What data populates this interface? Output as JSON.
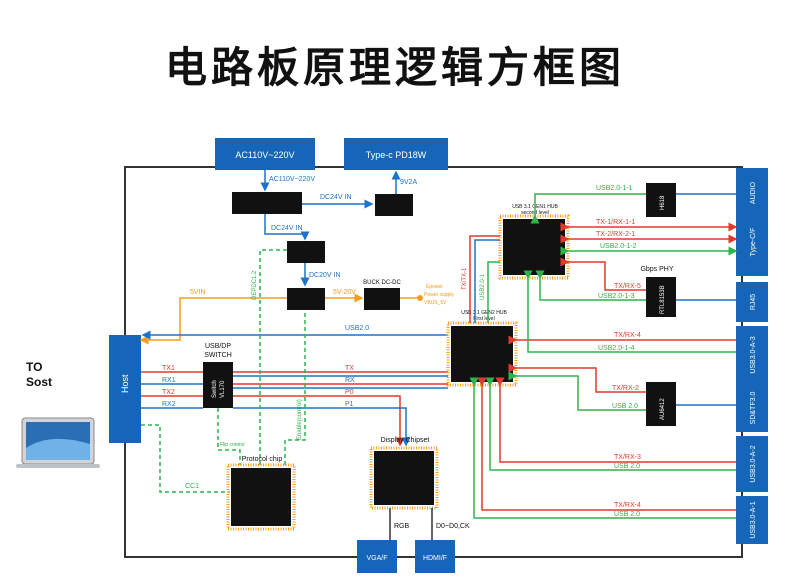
{
  "title": "电路板原理逻辑方框图",
  "colors": {
    "blue_box": "#1565b8",
    "blue_line": "#1e73c8",
    "orange_line": "#f39c1f",
    "red_line": "#e03a2f",
    "green_line": "#2db34a",
    "chip": "#111111",
    "frame": "#333333"
  },
  "left": {
    "to_label_1": "TO",
    "to_label_2": "Sost",
    "host_label": "Host"
  },
  "top": {
    "ac_box": "AC110V~220V",
    "typec_box": "Type-c PD18W",
    "ac_line": "AC110V~220V",
    "dc24v_in": "DC24V IN",
    "v9v2a": "9V2A",
    "dc24v_in2": "DC24V IN",
    "dc20v_in": "DC20V IN",
    "buck": "BUCK DC-DC",
    "v5_20": "5V-20V",
    "vin5": "5VIN",
    "epower_1": "Epower",
    "epower_2": "Power supply",
    "epower_3": "VBUS_5V"
  },
  "switch": {
    "label_1": "USB/DP",
    "label_2": "SWITCH",
    "chip_text_1": "Switch",
    "chip_text_2": "VL170"
  },
  "signals": {
    "usb20": "USB2.0",
    "tx1": "TX1",
    "rx1": "RX1",
    "tx2": "TX2",
    "rx2": "RX2",
    "tx": "TX",
    "rx": "RX",
    "p0": "P0",
    "p1": "P1",
    "cc1": "CC1",
    "depdc": "DEPDC1.2",
    "enable": "Enable(control)",
    "flip": "Flip control",
    "txtx1": "TX/TX-1",
    "usb201": "USB2.0-1"
  },
  "chips": {
    "protocol": "Protocol chip",
    "display": "Display Chipset",
    "hub2_1": "USB 3.1 GEN1 HUB",
    "hub2_2": "second level",
    "hub1_1": "USB 3.1 GEN2 HUB",
    "hub1_2": "First level",
    "h618": "H618",
    "rtl": "RTL8153B",
    "au": "AU6412",
    "gbps": "Gbps PHY"
  },
  "bottom": {
    "rgb": "RGB",
    "d0": "D0~D0,CK",
    "vga": "VGA/F",
    "hdmi": "HDMI/F"
  },
  "right_ports": [
    "AUDIO",
    "Type-C/F",
    "RJ45",
    "USB3.0-A-3",
    "SD&TF3.0",
    "USB3.0-A-2",
    "USB3.0-A-1"
  ],
  "right_signals": {
    "usb2011": "USB2.0-1-1",
    "txrx11": "TX-1/RX-1-1",
    "txrx21": "TX-2/RX-2-1",
    "usb2012": "USB2.0-1-2",
    "txrx5": "TX/RX-5",
    "usb2013": "USB2.0-1-3",
    "txrx4a": "TX/RX-4",
    "usb2014": "USB2.0-1-4",
    "txrx2": "TX/RX-2",
    "usb20a": "USB 2.0",
    "txrx3": "TX/RX-3",
    "usb20b": "USB 2.0",
    "txrx4b": "TX/RX-4",
    "usb20c": "USB 2.0"
  }
}
